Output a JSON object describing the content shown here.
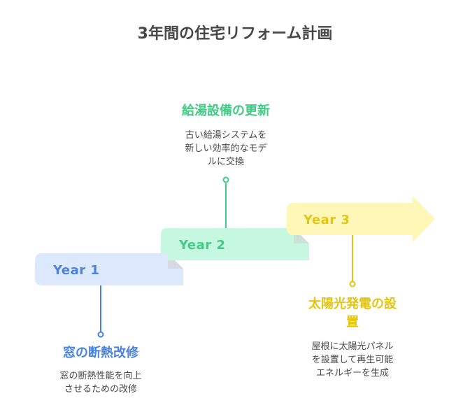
{
  "title": "3年間の住宅リフォーム計画",
  "colors": {
    "year1_fill": "#dce8fc",
    "year1_text": "#4a82e0",
    "year2_fill": "#c6f7e0",
    "year2_text": "#3fcc84",
    "year3_fill": "#fff7b8",
    "year3_text": "#e3c514",
    "fold": "#b8b8b8"
  },
  "steps": [
    {
      "year": "Year 1",
      "heading": "窓の断熱改修",
      "desc": "窓の断熱性能を向上\nさせるための改修"
    },
    {
      "year": "Year 2",
      "heading": "給湯設備の更新",
      "desc": "古い給湯システムを\n新しい効率的なモデ\nルに交換"
    },
    {
      "year": "Year 3",
      "heading": "太陽光発電の設\n置",
      "desc": "屋根に太陽光パネル\nを設置して再生可能\nエネルギーを生成"
    }
  ]
}
